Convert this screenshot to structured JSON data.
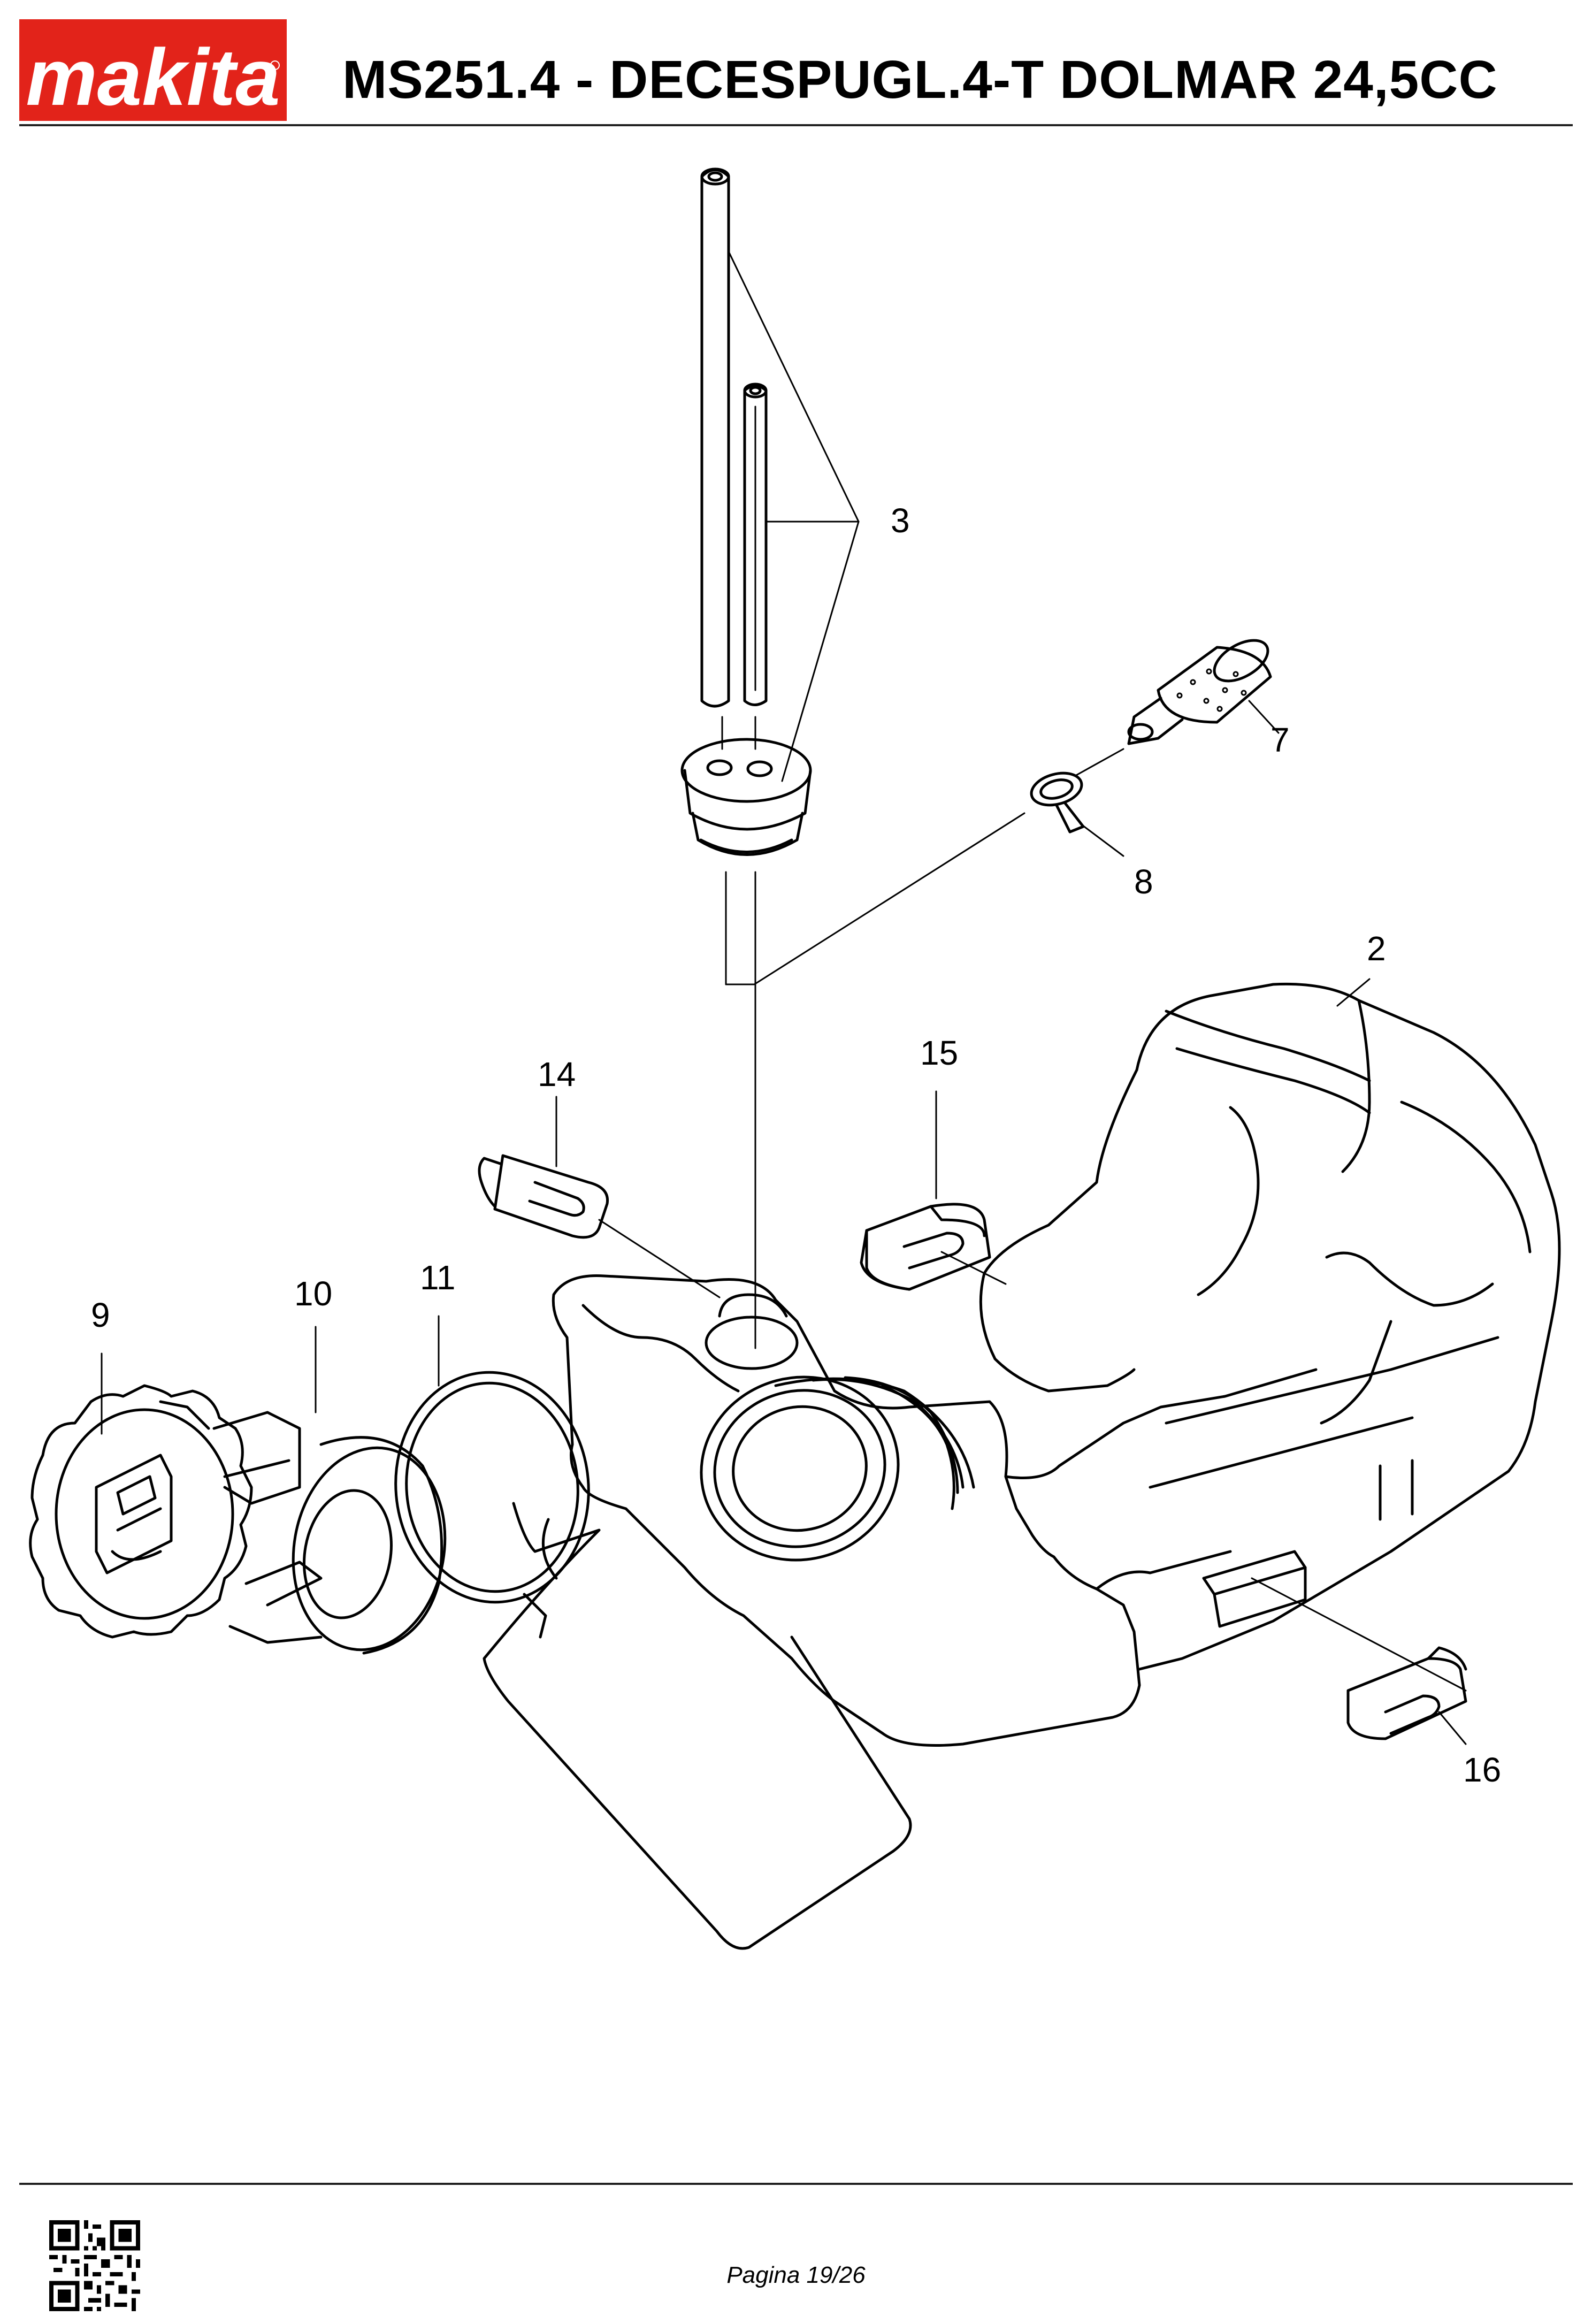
{
  "header": {
    "brand": "makita",
    "title": "MS251.4 - DECESPUGL.4-T DOLMAR 24,5CC"
  },
  "colors": {
    "brand_red": "#e2231a",
    "ink": "#000000"
  },
  "callouts": [
    "2",
    "3",
    "7",
    "8",
    "9",
    "10",
    "11",
    "14",
    "15",
    "16"
  ],
  "footer": {
    "page": "Pagina 19/26"
  },
  "icons": {
    "qr": "qr-code-icon"
  }
}
